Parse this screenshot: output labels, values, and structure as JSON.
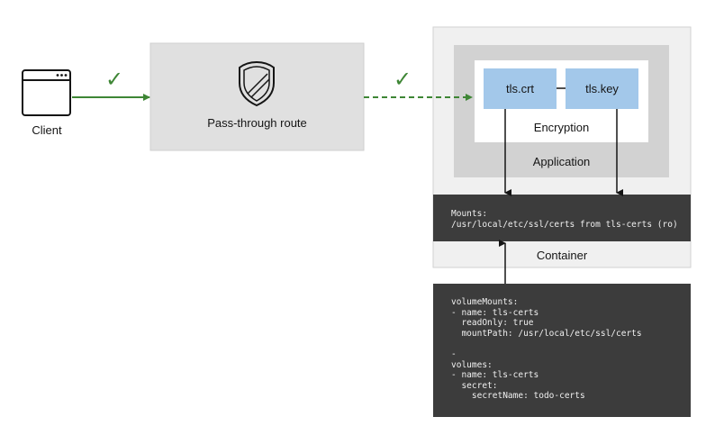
{
  "client": {
    "label": "Client"
  },
  "route": {
    "label": "Pass-through route"
  },
  "checkmarks": [
    "✓",
    "✓"
  ],
  "encryption": {
    "label": "Encryption",
    "cert": "tls.crt",
    "key": "tls.key",
    "connector": "–"
  },
  "application": {
    "label": "Application"
  },
  "mounts": {
    "lines": [
      "Mounts:",
      "/usr/local/etc/ssl/certs from tls-certs (ro)"
    ]
  },
  "container": {
    "label": "Container"
  },
  "yaml": {
    "lines": [
      "volumeMounts:",
      "- name: tls-certs",
      "  readOnly: true",
      "  mountPath: /usr/local/etc/ssl/certs",
      "",
      "-",
      "volumes:",
      "- name: tls-certs",
      "  secret:",
      "    secretName: todo-certs"
    ]
  },
  "colors": {
    "green": "#3e8635",
    "light_gray": "#f0f0f0",
    "mid_gray": "#d2d2d2",
    "route_gray": "#e0e0e0",
    "dark": "#3c3c3c",
    "blue": "#a3c8ea"
  }
}
